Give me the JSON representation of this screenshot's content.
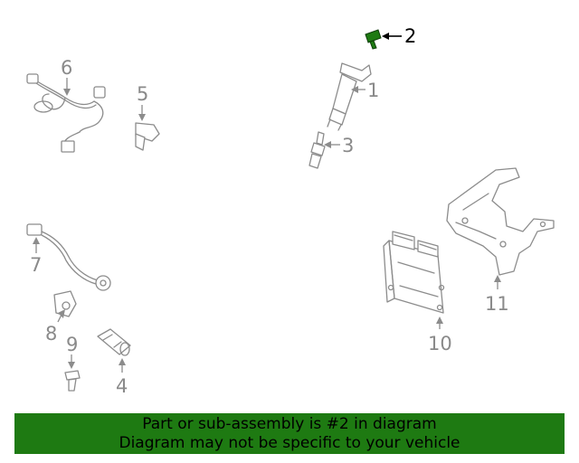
{
  "callouts": {
    "c1": "1",
    "c2": "2",
    "c3": "3",
    "c4": "4",
    "c5": "5",
    "c6": "6",
    "c7": "7",
    "c8": "8",
    "c9": "9",
    "c10": "10",
    "c11": "11"
  },
  "highlighted_callout": "2",
  "colors": {
    "banner_background": "#1e7a12",
    "highlight_part": "#1e7a12",
    "line_art": "#8c8c8c"
  },
  "banner": {
    "line1": "Part or sub-assembly is #2 in diagram",
    "line2": "Diagram may not be specific to your vehicle"
  }
}
